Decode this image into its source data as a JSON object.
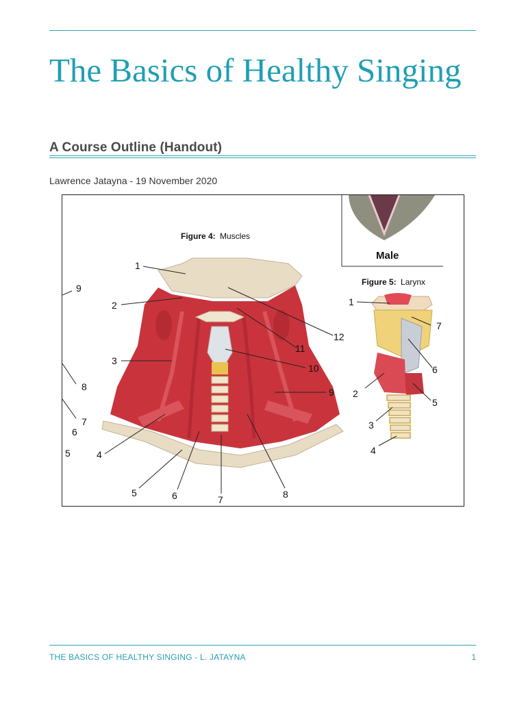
{
  "document": {
    "title": "The Basics of Healthy Singing",
    "subtitle": "A Course Outline (Handout)",
    "author_line": "Lawrence Jatayna - 19 November 2020"
  },
  "figure": {
    "fig4_prefix": "Figure 4:",
    "fig4_caption": "Muscles",
    "fig5_prefix": "Figure 5:",
    "fig5_caption": "Larynx",
    "male_label": "Male",
    "fig4_numbers": [
      "1",
      "2",
      "3",
      "4",
      "5",
      "6",
      "7",
      "8",
      "9",
      "10",
      "11",
      "12"
    ],
    "fig5_numbers": [
      "1",
      "2",
      "3",
      "4",
      "5",
      "6",
      "7"
    ],
    "left_edge_numbers": [
      "9",
      "8",
      "7",
      "6",
      "5"
    ]
  },
  "footer": {
    "text": "THE BASICS OF HEALTHY SINGING - L. JATAYNA",
    "page_number": "1"
  },
  "colors": {
    "accent": "#1f9fb3",
    "muscle": "#c9343c",
    "bone": "#e8dcc4"
  }
}
